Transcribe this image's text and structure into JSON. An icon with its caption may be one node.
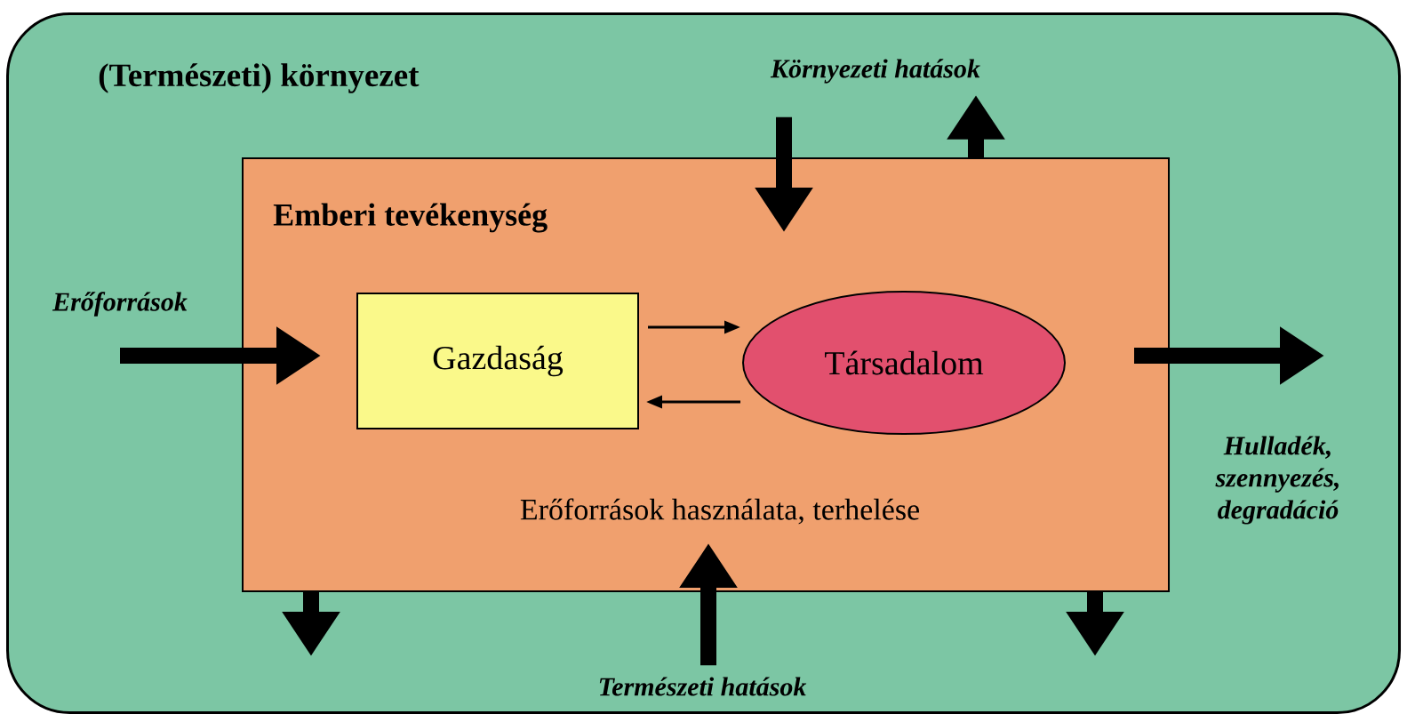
{
  "diagram": {
    "nodes": [
      {
        "text": [
          "(Természeti) környezet"
        ]
      },
      {
        "text": [
          "Emberi tevékenység",
          "Erőforrások használata, terhelése"
        ],
        "in": 0
      },
      {
        "text": [
          "Gazdaság"
        ],
        "in": 1
      },
      {
        "text": [
          "Társadalom"
        ],
        "in": 1
      },
      {
        "text": [
          "Erőforrások"
        ],
        "in": 0
      },
      {
        "text": [
          "Környezeti hatások"
        ],
        "in": 0
      },
      {
        "text": [
          "Hulladék, szennyezés, degradáció"
        ],
        "in": 0
      },
      {
        "text": [
          "Természeti hatások"
        ],
        "in": 0
      }
    ],
    "edges": [
      {
        "from": 2,
        "to": 3,
        "arrow": "to"
      },
      {
        "from": 3,
        "to": 2,
        "arrow": "to"
      },
      {
        "from": 4,
        "to": 2,
        "arrow": "to"
      },
      {
        "from": 1,
        "to": 6,
        "arrow": "to"
      },
      {
        "from": 5,
        "to": 1,
        "arrow": "to"
      },
      {
        "from": 1,
        "to": 5,
        "arrow": "to"
      },
      {
        "from": 1,
        "to": null,
        "arrow": "to"
      },
      {
        "from": 7,
        "to": 1,
        "arrow": "to"
      },
      {
        "from": 1,
        "to": null,
        "arrow": "to"
      }
    ]
  }
}
